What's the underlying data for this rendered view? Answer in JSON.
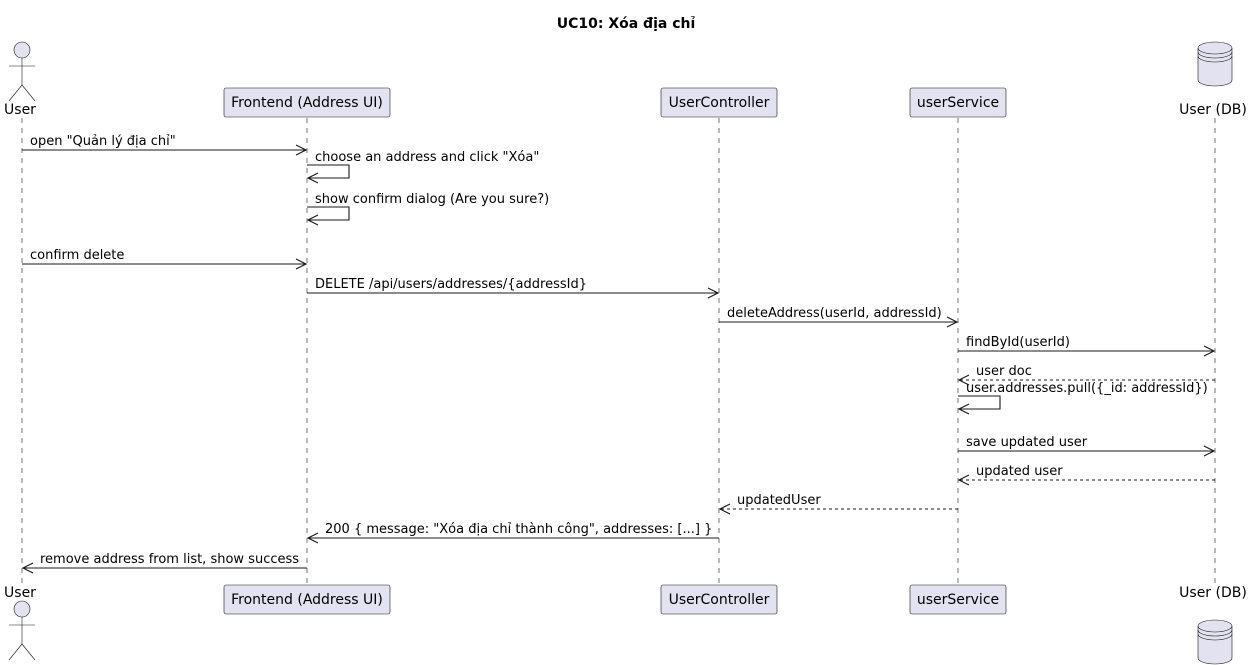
{
  "title": "UC10: Xóa địa chỉ",
  "participants": [
    {
      "id": "user",
      "label": "User",
      "type": "actor"
    },
    {
      "id": "frontend",
      "label": "Frontend (Address UI)",
      "type": "participant"
    },
    {
      "id": "controller",
      "label": "UserController",
      "type": "participant"
    },
    {
      "id": "service",
      "label": "userService",
      "type": "participant"
    },
    {
      "id": "db",
      "label": "User (DB)",
      "type": "database"
    }
  ],
  "messages": [
    {
      "from": "user",
      "to": "frontend",
      "label": "open \"Quản lý địa chỉ\"",
      "style": "solid"
    },
    {
      "from": "frontend",
      "to": "frontend",
      "label": "choose an address and click \"Xóa\"",
      "style": "solid"
    },
    {
      "from": "frontend",
      "to": "frontend",
      "label": "show confirm dialog (Are you sure?)",
      "style": "solid"
    },
    {
      "from": "user",
      "to": "frontend",
      "label": "confirm delete",
      "style": "solid"
    },
    {
      "from": "frontend",
      "to": "controller",
      "label": "DELETE /api/users/addresses/{addressId}",
      "style": "solid"
    },
    {
      "from": "controller",
      "to": "service",
      "label": "deleteAddress(userId, addressId)",
      "style": "solid"
    },
    {
      "from": "service",
      "to": "db",
      "label": "findById(userId)",
      "style": "solid"
    },
    {
      "from": "db",
      "to": "service",
      "label": "user doc",
      "style": "dashed"
    },
    {
      "from": "service",
      "to": "service",
      "label": "user.addresses.pull({_id: addressId})",
      "style": "solid"
    },
    {
      "from": "service",
      "to": "db",
      "label": "save updated user",
      "style": "solid"
    },
    {
      "from": "db",
      "to": "service",
      "label": "updated user",
      "style": "dashed"
    },
    {
      "from": "service",
      "to": "controller",
      "label": "updatedUser",
      "style": "dashed"
    },
    {
      "from": "controller",
      "to": "frontend",
      "label": "200 { message: \"Xóa địa chỉ thành công\", addresses: [...] }",
      "style": "solid"
    },
    {
      "from": "frontend",
      "to": "user",
      "label": "remove address from list, show success",
      "style": "solid"
    }
  ],
  "colors": {
    "box_fill": "#E2E2F0",
    "line": "#181818"
  }
}
